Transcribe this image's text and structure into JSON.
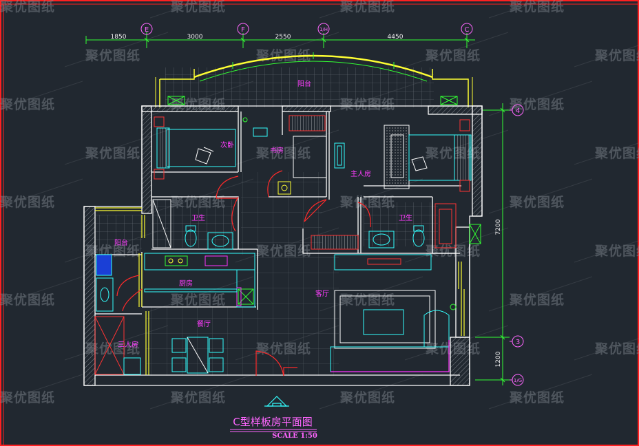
{
  "drawing": {
    "title": "C型样板房平面图",
    "scale": "SCALE 1:50"
  },
  "watermark": "聚优图纸",
  "axes": {
    "top": [
      {
        "id": "bubble-e",
        "label": "E"
      },
      {
        "id": "bubble-f",
        "label": "F"
      },
      {
        "id": "bubble-1-h",
        "label": "1/H"
      },
      {
        "id": "bubble-c",
        "label": "C"
      }
    ],
    "right": [
      {
        "id": "bubble-4",
        "label": "4"
      },
      {
        "id": "bubble-3",
        "label": "3"
      },
      {
        "id": "bubble-1-g",
        "label": "1/G"
      }
    ]
  },
  "dimensions": {
    "top": [
      "1850",
      "3000",
      "2550",
      "4450"
    ],
    "right": [
      "7200",
      "1200"
    ]
  },
  "rooms": {
    "balcony": "阳台",
    "second_bedroom": "次卧",
    "study": "书房",
    "master_bedroom": "主人房",
    "toilet_left": "卫生",
    "toilet_right": "卫生",
    "work_balcony": "阳台",
    "kitchen": "厨房",
    "living_room": "客厅",
    "dining_room": "餐厅",
    "third_bedroom": "三人房"
  },
  "colors": {
    "background": "#212830",
    "frame": "#ff2020",
    "wall": "#ffffff",
    "furniture": "#33ffff",
    "window": "#ffff33",
    "dimension": "#33ff33",
    "label": "#ff3dff",
    "door": "#ff2a2a"
  }
}
